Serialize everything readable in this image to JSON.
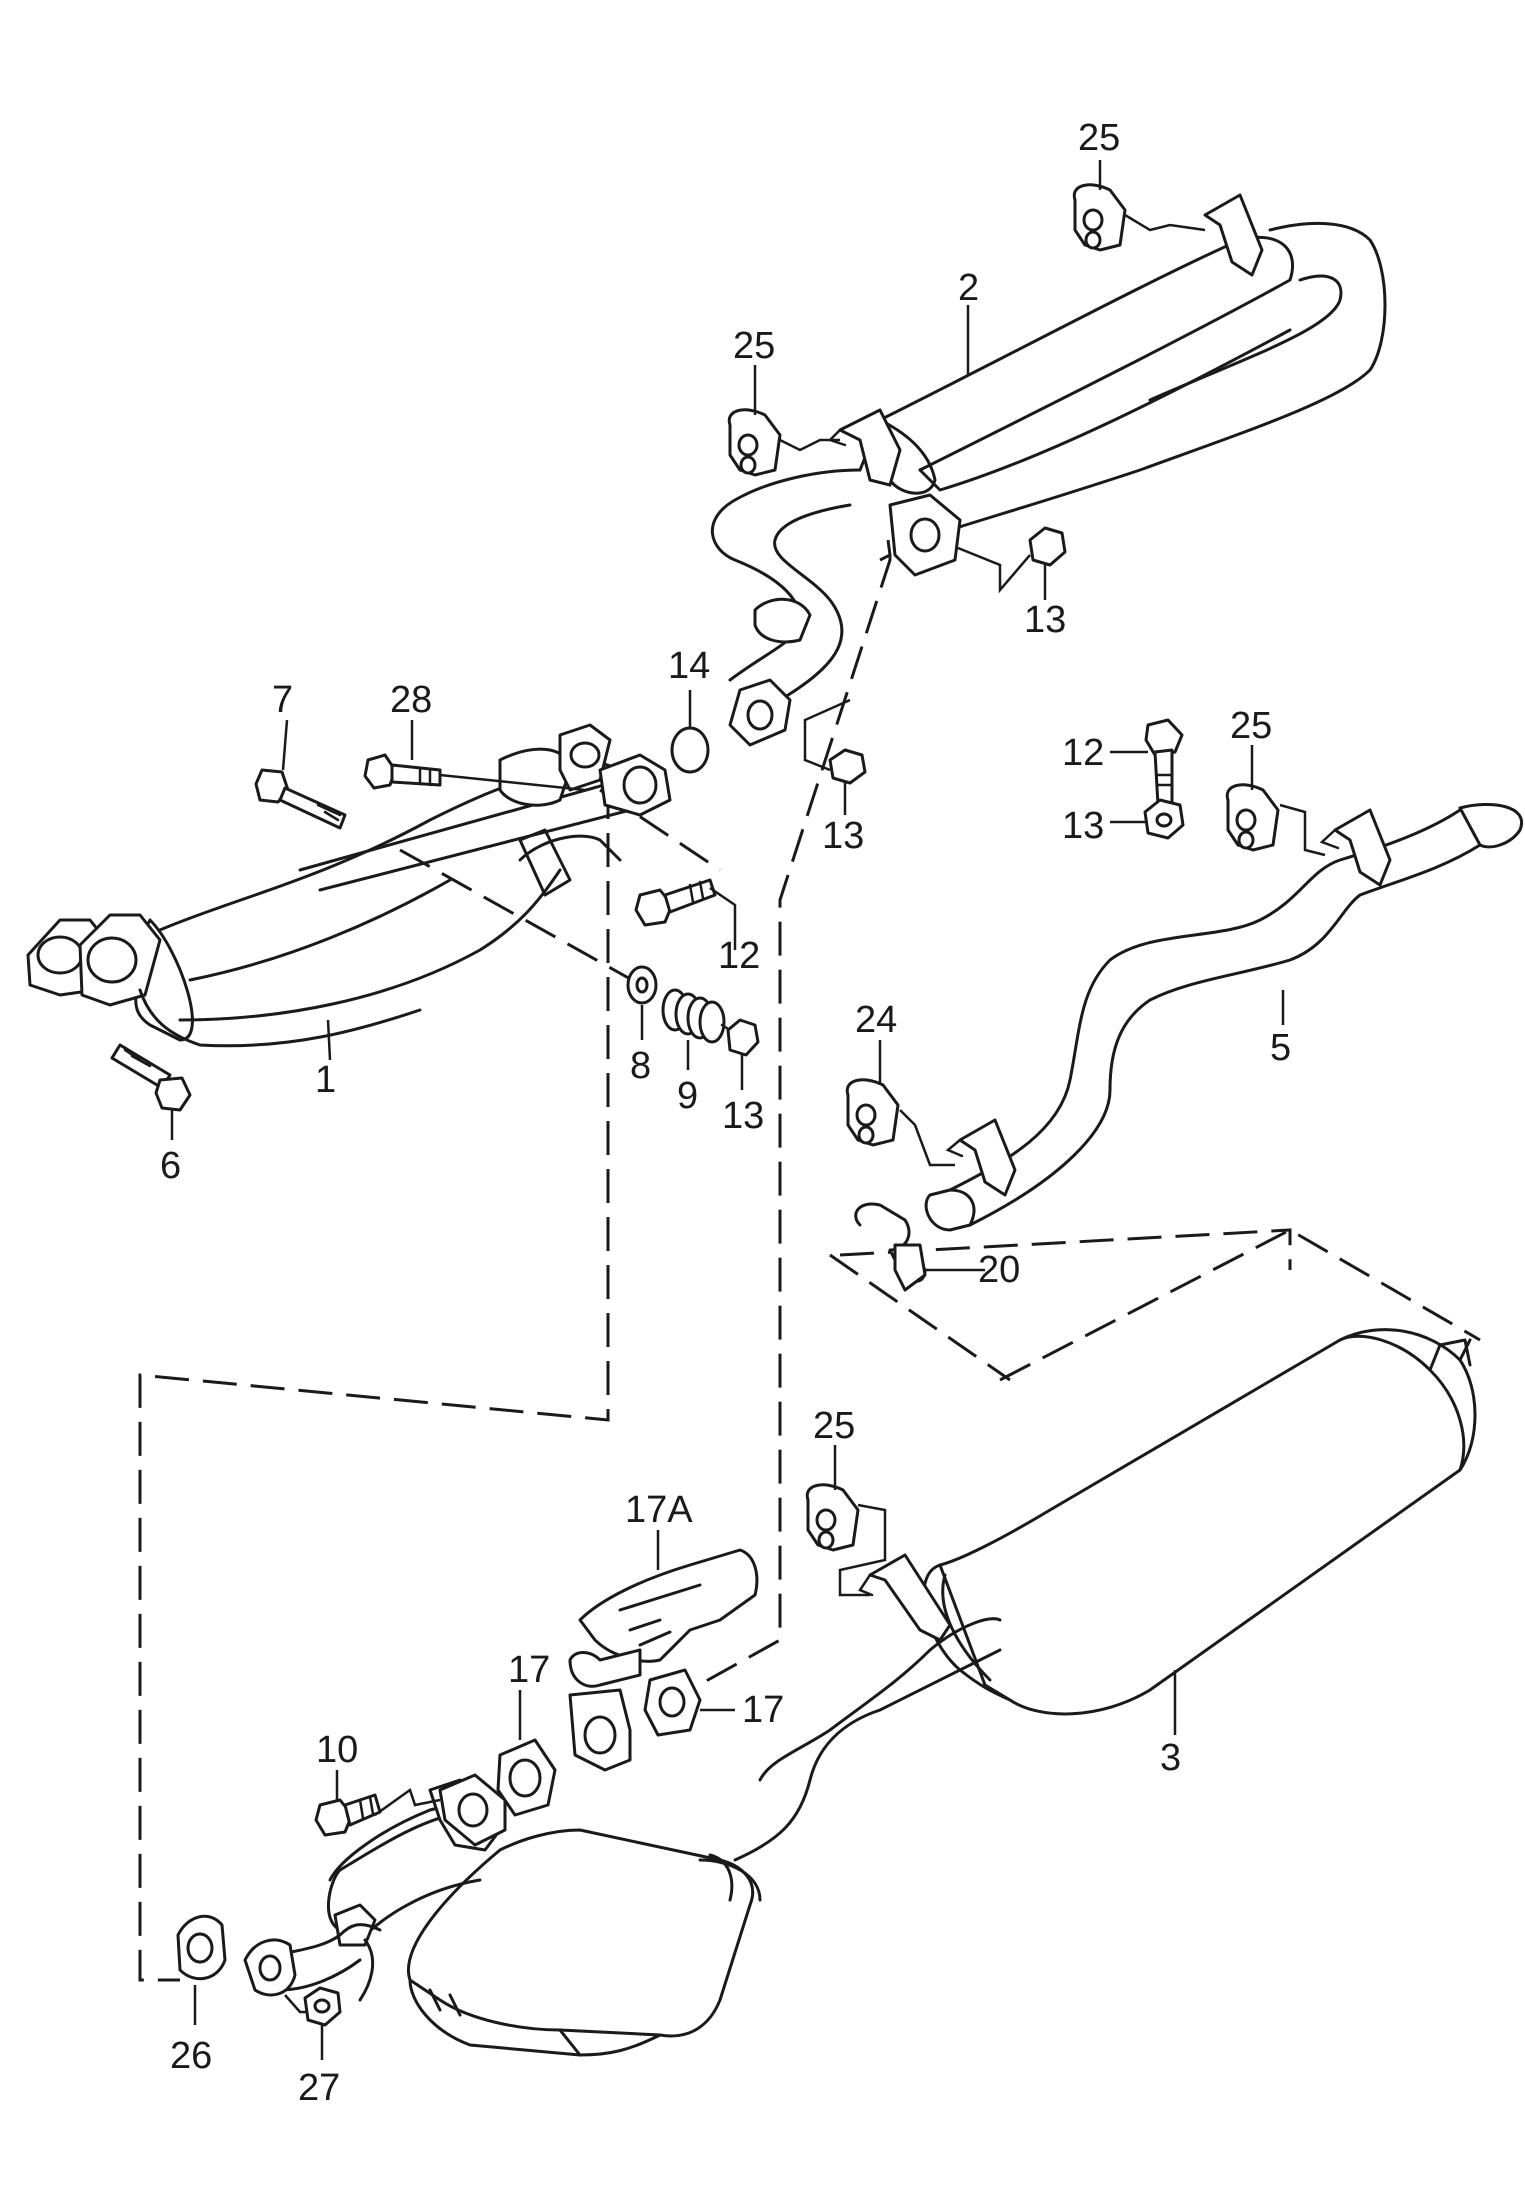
{
  "callouts": [
    {
      "id": "c1",
      "text": "1"
    },
    {
      "id": "c2",
      "text": "2"
    },
    {
      "id": "c3",
      "text": "3"
    },
    {
      "id": "c5",
      "text": "5"
    },
    {
      "id": "c6",
      "text": "6"
    },
    {
      "id": "c7",
      "text": "7"
    },
    {
      "id": "c8",
      "text": "8"
    },
    {
      "id": "c9",
      "text": "9"
    },
    {
      "id": "c10",
      "text": "10"
    },
    {
      "id": "c12a",
      "text": "12"
    },
    {
      "id": "c12b",
      "text": "12"
    },
    {
      "id": "c13a",
      "text": "13"
    },
    {
      "id": "c13b",
      "text": "13"
    },
    {
      "id": "c13c",
      "text": "13"
    },
    {
      "id": "c13d",
      "text": "13"
    },
    {
      "id": "c14",
      "text": "14"
    },
    {
      "id": "c17a",
      "text": "17"
    },
    {
      "id": "c17b",
      "text": "17"
    },
    {
      "id": "c17A",
      "text": "17A"
    },
    {
      "id": "c20",
      "text": "20"
    },
    {
      "id": "c24",
      "text": "24"
    },
    {
      "id": "c25a",
      "text": "25"
    },
    {
      "id": "c25b",
      "text": "25"
    },
    {
      "id": "c25c",
      "text": "25"
    },
    {
      "id": "c25d",
      "text": "25"
    },
    {
      "id": "c26",
      "text": "26"
    },
    {
      "id": "c27",
      "text": "27"
    },
    {
      "id": "c28",
      "text": "28"
    }
  ]
}
